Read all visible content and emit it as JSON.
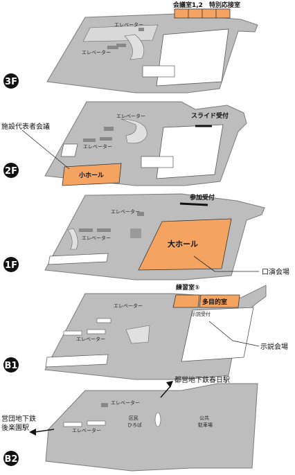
{
  "floors": {
    "f3": {
      "badge": "3F",
      "labels": {
        "meeting_rooms": "会議室1,2　特別応接室",
        "elevator_a": "エレベーター",
        "elevator_b": "エレベーター"
      }
    },
    "f2": {
      "badge": "2F",
      "labels": {
        "representatives_meeting": "施設代表者会議",
        "small_hall": "小ホール",
        "slide_reception": "スライド受付",
        "elevator_a": "エレベーター",
        "elevator_b": "エレベーター"
      }
    },
    "f1": {
      "badge": "1F",
      "labels": {
        "registration": "参加受付",
        "main_hall": "大ホール",
        "oral_venue": "口演会場",
        "elevator_a": "エレベーター",
        "elevator_b": "エレベーター"
      }
    },
    "b1": {
      "badge": "B1",
      "labels": {
        "practice_room": "練習室①",
        "multipurpose": "多目的室",
        "poster_reception": "示説受付",
        "poster_venue": "示説会場",
        "elevator_a": "エレベーター",
        "elevator_b": "エレベーター"
      }
    },
    "b2": {
      "badge": "B2",
      "labels": {
        "to_kasuga": "都営地下鉄春日駅",
        "to_korakuen_line1": "営団地下鉄",
        "to_korakuen_line2": "後楽園駅",
        "plaza_line1": "区民",
        "plaza_line2": "ひろば",
        "parking_line1": "公共",
        "parking_line2": "駐車場",
        "elevator_a": "エレベーター",
        "elevator_b": "エレベーター"
      }
    }
  },
  "colors": {
    "floor": "#bdbdbd",
    "floor_edge": "#7a7a7a",
    "room_white": "#ffffff",
    "highlight": "#f4a460",
    "badge": "#111111",
    "line": "#222222"
  }
}
